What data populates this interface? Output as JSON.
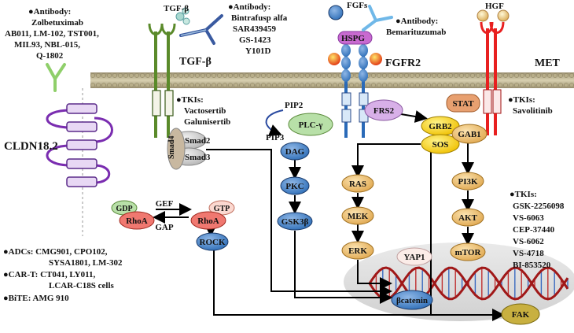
{
  "annotations": {
    "cldn_antibody": {
      "title": "●Antibody:",
      "lines": [
        "Zolbetuximab",
        "AB011, LM-102, TST001,",
        "MIL93, NBL-015,",
        "Q-1802"
      ]
    },
    "tgf_antibody": {
      "title": "●Antibody:",
      "lines": [
        "Bintrafusp alfa",
        "SAR439459",
        "GS-1423",
        "Y101D"
      ]
    },
    "fgf_antibody": {
      "title": "●Antibody:",
      "lines": [
        "Bemarituzumab"
      ]
    },
    "tgf_tki": {
      "title": "●TKIs:",
      "lines": [
        "Vactosertib",
        "Galunisertib"
      ]
    },
    "met_tki": {
      "title": "●TKIs:",
      "lines": [
        "Savolitinib"
      ]
    },
    "fak_tki": {
      "title": "●TKIs:",
      "lines": [
        "GSK-2256098",
        "VS-6063",
        "CEP-37440",
        "VS-6062",
        "VS-4718",
        "BI-853520"
      ]
    },
    "adcs": {
      "title": "●ADCs: CMG901, CPO102,",
      "lines": [
        "SYSA1801, LM-302"
      ]
    },
    "cart": {
      "title": "●CAR-T: CT041, LY011,",
      "lines": [
        "LCAR-C18S cells"
      ]
    },
    "bite": {
      "title": "●BiTE: AMG 910",
      "lines": []
    }
  },
  "receptors": {
    "cldn": "CLDN18.2",
    "tgf_ligand": "TGF-β",
    "tgf_receptor": "TGF-β",
    "fgfs": "FGFs",
    "hspg": "HSPG",
    "fgfr2": "FGFR2",
    "hgf": "HGF",
    "met": "MET"
  },
  "nodes": {
    "smad4": "Smad4",
    "smad2": "Smad2",
    "smad3": "Smad3",
    "pip2": "PIP2",
    "pip3": "PIP3",
    "plc": "PLC-γ",
    "frs2": "FRS2",
    "grb2": "GRB2",
    "sos": "SOS",
    "stat": "STAT",
    "gab1": "GAB1",
    "dag": "DAG",
    "pkc": "PKC",
    "gsk3b": "GSK3β",
    "ras": "RAS",
    "mek": "MEK",
    "erk": "ERK",
    "pi3k": "PI3K",
    "akt": "AKT",
    "mtor": "mTOR",
    "gdp": "GDP",
    "rhoa1": "RhoA",
    "gef": "GEF",
    "gap": "GAP",
    "gtp": "GTP",
    "rhoa2": "RhoA",
    "rock": "ROCK",
    "yap1": "YAP1",
    "bcatenin": "βcatenin",
    "fak": "FAK"
  }
}
